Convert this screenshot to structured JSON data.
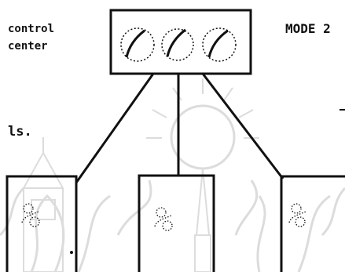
{
  "labels": {
    "control_line1": "control",
    "control_line2": "center",
    "mode": "MODE 2",
    "left_fragment": "ls."
  },
  "colors": {
    "ink": "#111111",
    "paper": "#ffffff",
    "watermark": "#d6d6d6"
  }
}
